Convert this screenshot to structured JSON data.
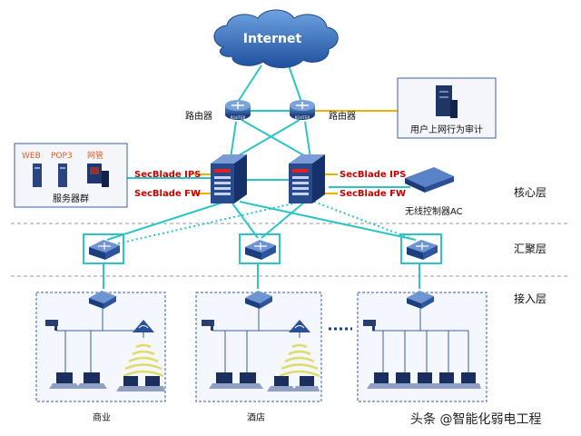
{
  "internet": "Internet",
  "routers": {
    "left_label": "路由器",
    "right_label": "路由器",
    "chip": "ROUTER"
  },
  "audit": {
    "label": "用户上网行为审计"
  },
  "servers": {
    "web": "WEB",
    "pop3": "POP3",
    "mgmt": "网管",
    "group": "服务器群"
  },
  "core": {
    "ips_left": "SecBlade IPS",
    "fw_left": "SecBlade FW",
    "ips_right": "SecBlade IPS",
    "fw_right": "SecBlade FW"
  },
  "ac": {
    "label": "无线控制器AC"
  },
  "layers": {
    "core": "核心层",
    "aggregation": "汇聚层",
    "access": "接入层"
  },
  "sites": {
    "left": "商业",
    "middle": "酒店"
  },
  "watermark": "头条 @智能化弱电工程",
  "colors": {
    "link": "#2cc4c4",
    "audit_link": "#e8b400",
    "blade_text": "#c80000",
    "cloud": "#2a63b0",
    "box_border": "#3a5fa8"
  }
}
